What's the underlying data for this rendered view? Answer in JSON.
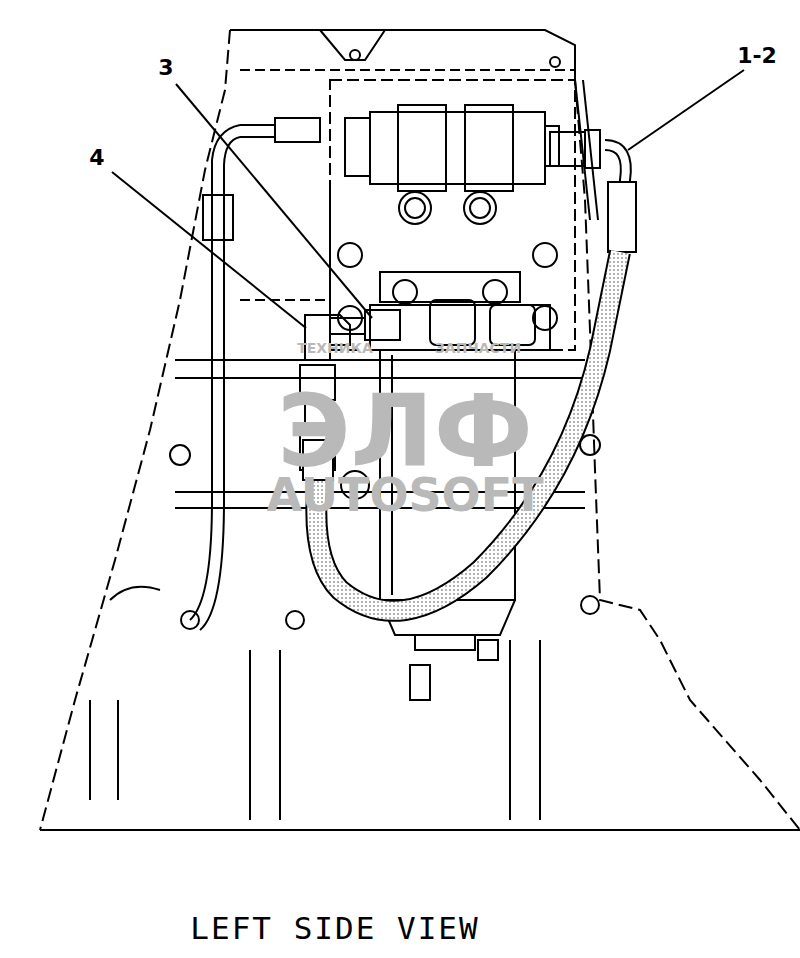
{
  "diagram": {
    "caption": "LEFT SIDE VIEW",
    "labels": [
      "3",
      "1-2",
      "4",
      "ТЕХНИКА",
      "ЗАПЧАСТИ",
      "ЭЛФ",
      "AUTOSOFT"
    ]
  }
}
